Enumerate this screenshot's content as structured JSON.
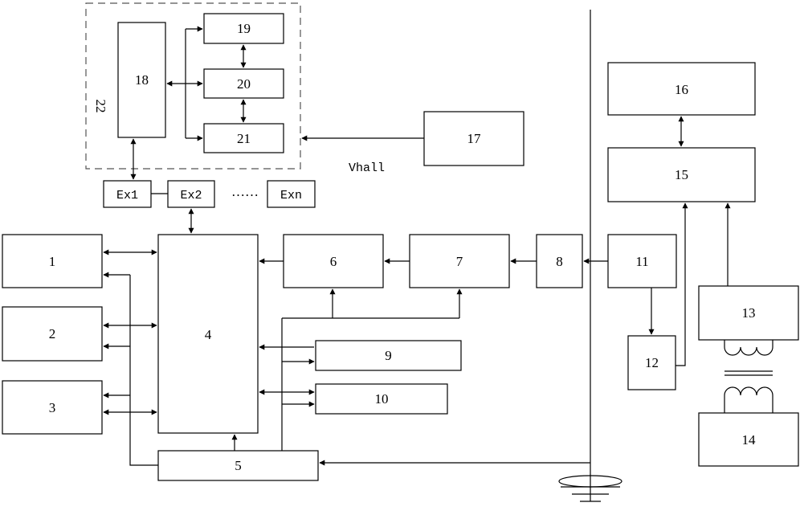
{
  "blocks": {
    "b1": "1",
    "b2": "2",
    "b3": "3",
    "b4": "4",
    "b5": "5",
    "b6": "6",
    "b7": "7",
    "b8": "8",
    "b9": "9",
    "b10": "10",
    "b11": "11",
    "b12": "12",
    "b13": "13",
    "b14": "14",
    "b15": "15",
    "b16": "16",
    "b17": "17",
    "b18": "18",
    "b19": "19",
    "b20": "20",
    "b21": "21"
  },
  "group_label": "22",
  "expansion": {
    "ex1": "Ex1",
    "ex2": "Ex2",
    "ellipsis": "……",
    "exn": "Exn"
  },
  "signal_label": "Vhall"
}
